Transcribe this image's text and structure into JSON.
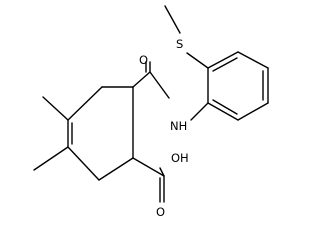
{
  "atoms": {
    "sulfur": "S",
    "amide_oxygen": "O",
    "amide_nitrogen": "NH",
    "hydroxyl": "OH",
    "carbonyl_oxygen": "O"
  }
}
